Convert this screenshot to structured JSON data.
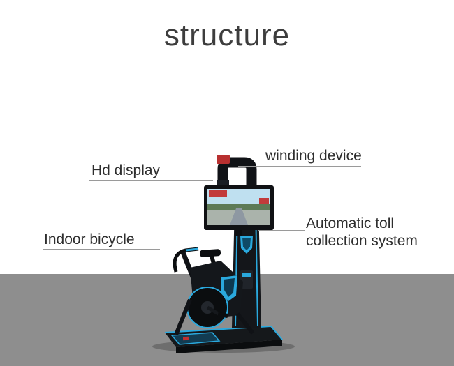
{
  "page": {
    "title": "structure"
  },
  "labels": {
    "winding_device": "winding device",
    "hd_display": "Hd display",
    "automatic_toll": "Automatic toll collection system",
    "indoor_bicycle": "Indoor bicycle"
  },
  "colors": {
    "accent_blue": "#2aa9de",
    "accent_red": "#c03030",
    "floor_gray": "#8e8e8e",
    "text_dark": "#2e2e2e",
    "machine_black": "#14161a"
  }
}
